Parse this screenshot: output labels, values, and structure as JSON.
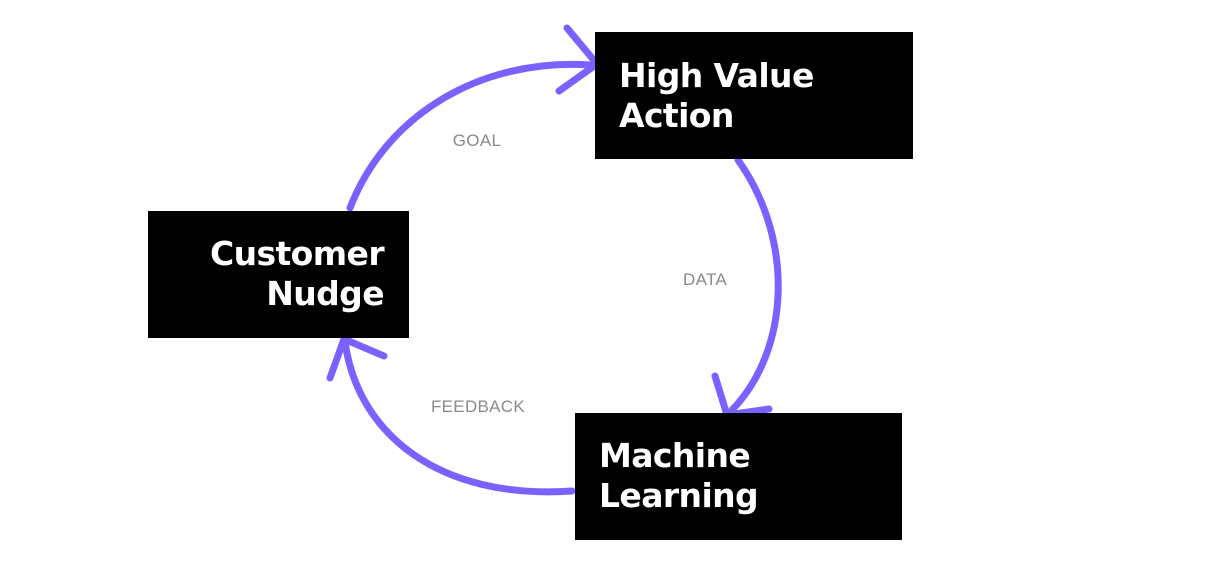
{
  "nodes": {
    "high_value_action": {
      "line1": "High Value",
      "line2": "Action"
    },
    "customer_nudge": {
      "line1": "Customer",
      "line2": "Nudge"
    },
    "machine_learning": {
      "line1": "Machine",
      "line2": "Learning"
    }
  },
  "edges": {
    "goal": "GOAL",
    "data": "DATA",
    "feedback": "FEEDBACK"
  },
  "colors": {
    "arrow": "#7b61ff",
    "node_background": "#000000",
    "node_text": "#ffffff",
    "edge_label": "#8a8a8a"
  }
}
